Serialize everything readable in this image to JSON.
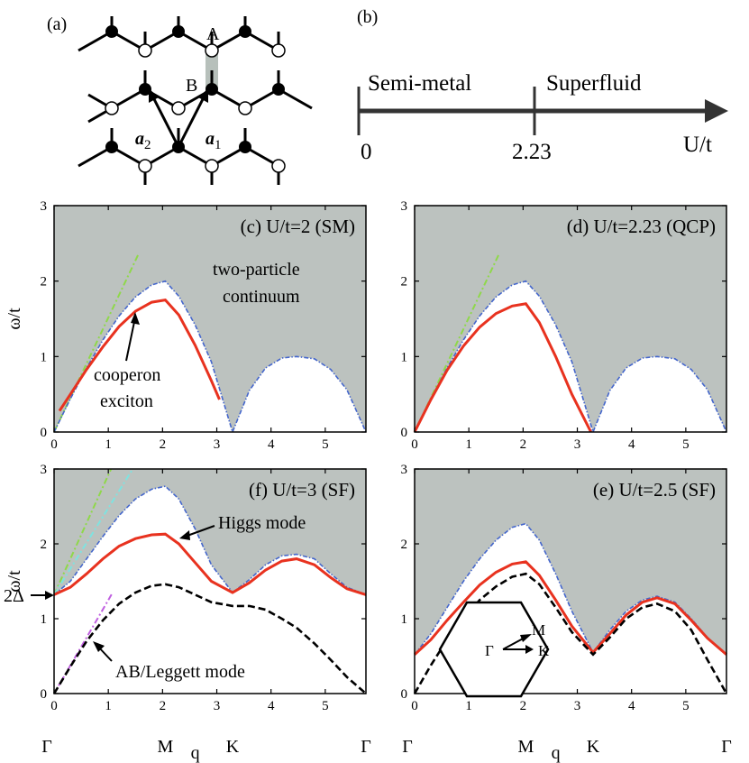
{
  "lattice": {
    "panel_label": "(a)",
    "site_a": "A",
    "site_b": "B",
    "vec_a1": "a",
    "vec_a1_sub": "1",
    "vec_a2": "a",
    "vec_a2_sub": "2"
  },
  "phase_diagram": {
    "panel_label": "(b)",
    "phase_left": "Semi-metal",
    "phase_right": "Superfluid",
    "tick_left": "0",
    "tick_right": "2.23",
    "axis_label": "U/t",
    "critical_value": 2.23
  },
  "chart_data": [
    {
      "id": "c",
      "type": "line",
      "title": "(c) U/t=2 (SM)",
      "ylabel": "ω/t",
      "xlabel": "",
      "xlim": [
        0,
        5.75
      ],
      "ylim": [
        0,
        3
      ],
      "xticks": [
        "0",
        "1",
        "2",
        "3",
        "4",
        "5"
      ],
      "yticks": [
        "0",
        "1",
        "2",
        "3"
      ],
      "annotations": [
        "two-particle",
        "continuum",
        "cooperon",
        "exciton"
      ],
      "continuum_edge": {
        "x": [
          0,
          0.3,
          0.6,
          0.9,
          1.2,
          1.5,
          1.8,
          2.05,
          2.3,
          2.6,
          2.9,
          3.29,
          3.6,
          3.9,
          4.2,
          4.47,
          4.8,
          5.1,
          5.4,
          5.75
        ],
        "y": [
          0,
          0.44,
          0.85,
          1.22,
          1.54,
          1.79,
          1.95,
          2.0,
          1.8,
          1.42,
          0.93,
          0,
          0.55,
          0.85,
          0.98,
          1.0,
          0.97,
          0.83,
          0.56,
          0
        ]
      },
      "mode": {
        "x": [
          0.1,
          0.3,
          0.6,
          0.9,
          1.2,
          1.5,
          1.8,
          2.05,
          2.3,
          2.6,
          2.9,
          3.05
        ],
        "y": [
          0.28,
          0.5,
          0.83,
          1.13,
          1.4,
          1.6,
          1.72,
          1.75,
          1.55,
          1.15,
          0.68,
          0.43
        ]
      },
      "tangent": {
        "x": [
          0,
          1.55
        ],
        "y": [
          0,
          2.35
        ]
      }
    },
    {
      "id": "d",
      "type": "line",
      "title": "(d) U/t=2.23 (QCP)",
      "ylabel": "",
      "xlabel": "",
      "xlim": [
        0,
        5.75
      ],
      "ylim": [
        0,
        3
      ],
      "xticks": [
        "0",
        "1",
        "2",
        "3",
        "4",
        "5"
      ],
      "yticks": [
        "0",
        "1",
        "2",
        "3"
      ],
      "continuum_edge": {
        "x": [
          0,
          0.3,
          0.6,
          0.9,
          1.2,
          1.5,
          1.8,
          2.05,
          2.3,
          2.6,
          2.9,
          3.29,
          3.6,
          3.9,
          4.2,
          4.47,
          4.8,
          5.1,
          5.4,
          5.75
        ],
        "y": [
          0,
          0.44,
          0.85,
          1.22,
          1.54,
          1.79,
          1.95,
          2.0,
          1.8,
          1.42,
          0.93,
          0,
          0.55,
          0.85,
          0.98,
          1.0,
          0.97,
          0.83,
          0.56,
          0
        ]
      },
      "mode": {
        "x": [
          0,
          0.3,
          0.6,
          0.9,
          1.2,
          1.5,
          1.8,
          2.05,
          2.3,
          2.6,
          2.9,
          3.25
        ],
        "y": [
          0,
          0.43,
          0.82,
          1.14,
          1.39,
          1.57,
          1.67,
          1.7,
          1.45,
          1.0,
          0.5,
          0
        ]
      },
      "tangent": {
        "x": [
          0,
          1.55
        ],
        "y": [
          0,
          2.35
        ]
      }
    },
    {
      "id": "f",
      "type": "line",
      "title": "(f) U/t=3 (SF)",
      "ylabel": "ω/t",
      "xlabel": "q",
      "xlim": [
        0,
        5.75
      ],
      "ylim": [
        0,
        3
      ],
      "xticks": [
        "0",
        "1",
        "2",
        "3",
        "4",
        "5"
      ],
      "yticks": [
        "0",
        "1",
        "2",
        "3"
      ],
      "xsym": [
        "Γ",
        "M",
        "K",
        "Γ"
      ],
      "xsym_pos": [
        0,
        2.05,
        3.29,
        5.75
      ],
      "gap_label": "2Δ",
      "gap_value": 1.32,
      "annotations": [
        "Higgs mode",
        "AB/Leggett mode"
      ],
      "continuum_edge": {
        "x": [
          0,
          0.3,
          0.6,
          0.9,
          1.2,
          1.5,
          1.8,
          2.05,
          2.3,
          2.6,
          2.9,
          3.29,
          3.6,
          3.9,
          4.2,
          4.47,
          4.8,
          5.1,
          5.4,
          5.75
        ],
        "y": [
          1.32,
          1.5,
          1.8,
          2.1,
          2.38,
          2.6,
          2.73,
          2.77,
          2.6,
          2.2,
          1.72,
          1.35,
          1.52,
          1.72,
          1.84,
          1.86,
          1.8,
          1.6,
          1.42,
          1.32
        ]
      },
      "higgs": {
        "x": [
          0,
          0.3,
          0.6,
          0.9,
          1.2,
          1.5,
          1.8,
          2.05,
          2.3,
          2.6,
          2.9,
          3.29,
          3.6,
          3.9,
          4.2,
          4.47,
          4.8,
          5.1,
          5.4,
          5.75
        ],
        "y": [
          1.32,
          1.42,
          1.6,
          1.8,
          1.97,
          2.07,
          2.12,
          2.13,
          2.0,
          1.75,
          1.5,
          1.35,
          1.48,
          1.65,
          1.77,
          1.8,
          1.72,
          1.55,
          1.4,
          1.32
        ]
      },
      "leggett": {
        "x": [
          0,
          0.3,
          0.6,
          0.9,
          1.2,
          1.5,
          1.8,
          2.05,
          2.3,
          2.6,
          2.9,
          3.29,
          3.6,
          3.9,
          4.2,
          4.47,
          4.8,
          5.1,
          5.4,
          5.75
        ],
        "y": [
          0,
          0.36,
          0.7,
          0.98,
          1.2,
          1.35,
          1.44,
          1.46,
          1.42,
          1.32,
          1.22,
          1.17,
          1.17,
          1.12,
          1.0,
          0.88,
          0.67,
          0.45,
          0.22,
          0
        ]
      },
      "tangent1": {
        "x": [
          0,
          1.05
        ],
        "y": [
          1.32,
          3.0
        ]
      },
      "tangent2": {
        "x": [
          0,
          1.45
        ],
        "y": [
          1.32,
          3.0
        ]
      },
      "tangent3": {
        "x": [
          0,
          1.08
        ],
        "y": [
          0,
          1.35
        ]
      }
    },
    {
      "id": "e",
      "type": "line",
      "title": "(e) U/t=2.5 (SF)",
      "ylabel": "",
      "xlabel": "q",
      "xlim": [
        0,
        5.75
      ],
      "ylim": [
        0,
        3
      ],
      "xticks": [
        "0",
        "1",
        "2",
        "3",
        "4",
        "5"
      ],
      "yticks": [
        "0",
        "1",
        "2",
        "3"
      ],
      "xsym": [
        "Γ",
        "M",
        "K",
        "Γ"
      ],
      "xsym_pos": [
        0,
        2.05,
        3.29,
        5.75
      ],
      "bz_labels": [
        "Γ",
        "M",
        "K"
      ],
      "continuum_edge": {
        "x": [
          0,
          0.3,
          0.6,
          0.9,
          1.2,
          1.5,
          1.8,
          2.05,
          2.3,
          2.6,
          2.9,
          3.29,
          3.6,
          3.9,
          4.2,
          4.47,
          4.8,
          5.1,
          5.4,
          5.75
        ],
        "y": [
          0.52,
          0.8,
          1.15,
          1.5,
          1.8,
          2.05,
          2.22,
          2.27,
          2.05,
          1.6,
          1.1,
          0.55,
          0.85,
          1.1,
          1.25,
          1.3,
          1.22,
          1.0,
          0.75,
          0.52
        ]
      },
      "higgs": {
        "x": [
          0,
          0.3,
          0.6,
          0.9,
          1.2,
          1.5,
          1.8,
          2.05,
          2.3,
          2.6,
          2.9,
          3.29,
          3.6,
          3.9,
          4.2,
          4.47,
          4.8,
          5.1,
          5.4,
          5.75
        ],
        "y": [
          0.52,
          0.72,
          0.98,
          1.22,
          1.45,
          1.62,
          1.73,
          1.76,
          1.58,
          1.25,
          0.9,
          0.55,
          0.8,
          1.05,
          1.22,
          1.28,
          1.2,
          0.98,
          0.74,
          0.52
        ]
      },
      "leggett": {
        "x": [
          0,
          0.3,
          0.6,
          0.9,
          1.2,
          1.5,
          1.8,
          2.05,
          2.3,
          2.6,
          2.9,
          3.29,
          3.6,
          3.9,
          4.2,
          4.47,
          4.8,
          5.1,
          5.4,
          5.75
        ],
        "y": [
          0,
          0.38,
          0.72,
          1.0,
          1.25,
          1.43,
          1.56,
          1.6,
          1.46,
          1.15,
          0.82,
          0.52,
          0.75,
          1.0,
          1.15,
          1.2,
          1.1,
          0.85,
          0.45,
          0
        ]
      }
    }
  ]
}
